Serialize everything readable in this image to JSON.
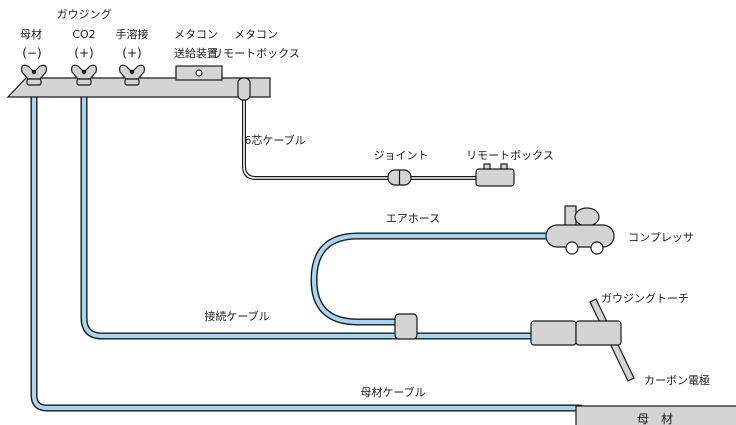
{
  "terminals": {
    "base_metal": {
      "name": "母材",
      "polarity": "(−)"
    },
    "gouging_header": "ガウジング",
    "co2": {
      "name": "CO2",
      "polarity": "(+)"
    },
    "hand_welding": {
      "name": "手溶接",
      "polarity": "(+)"
    },
    "feeder": {
      "line1": "メタコン",
      "line2": "送給装置"
    },
    "remote_box": {
      "line1": "メタコン",
      "line2": "リモートボックス"
    }
  },
  "labels": {
    "six_core_cable": "6芯ケーブル",
    "joint": "ジョイント",
    "remote_box": "リモートボックス",
    "air_hose": "エアホース",
    "compressor": "コンプレッサ",
    "gouging_torch": "ガウジングトーチ",
    "connection_cable": "接続ケーブル",
    "carbon_electrode": "カーボン電極",
    "base_metal_cable": "母材ケーブル",
    "base_metal_plate": "母　材"
  },
  "colors": {
    "hose_fill": "#a9d6ef",
    "part_fill": "#d4d4d4",
    "outline": "#1a1a1a"
  }
}
